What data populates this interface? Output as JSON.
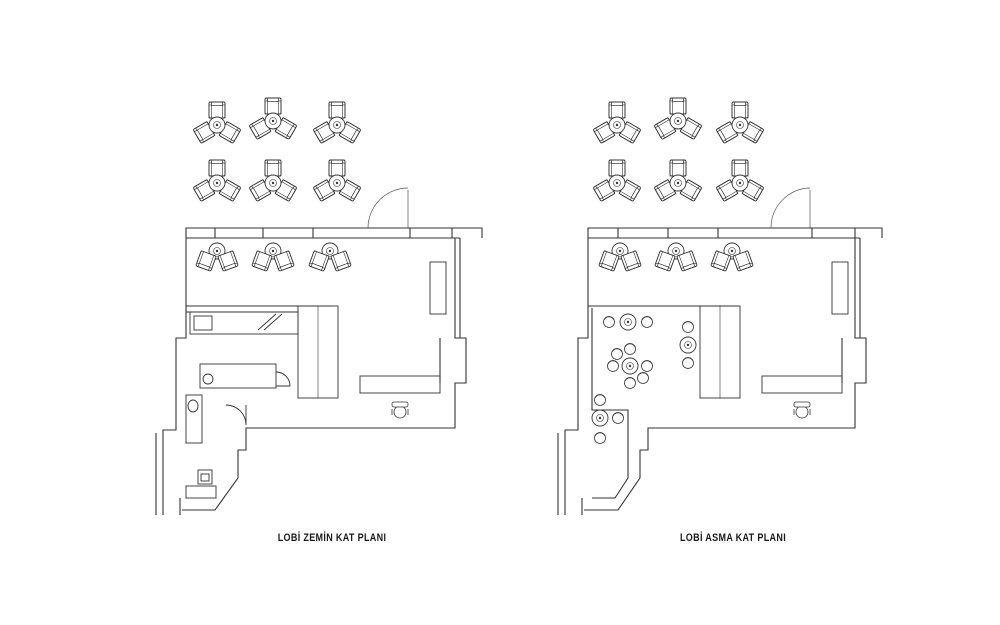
{
  "drawing": {
    "line_color": "#3a3a3a",
    "background": "#ffffff"
  },
  "plans": [
    {
      "id": "ground",
      "caption": "LOBİ ZEMİN KAT PLANI"
    },
    {
      "id": "mezzanine",
      "caption": "LOBİ ASMA KAT PLANI"
    }
  ]
}
